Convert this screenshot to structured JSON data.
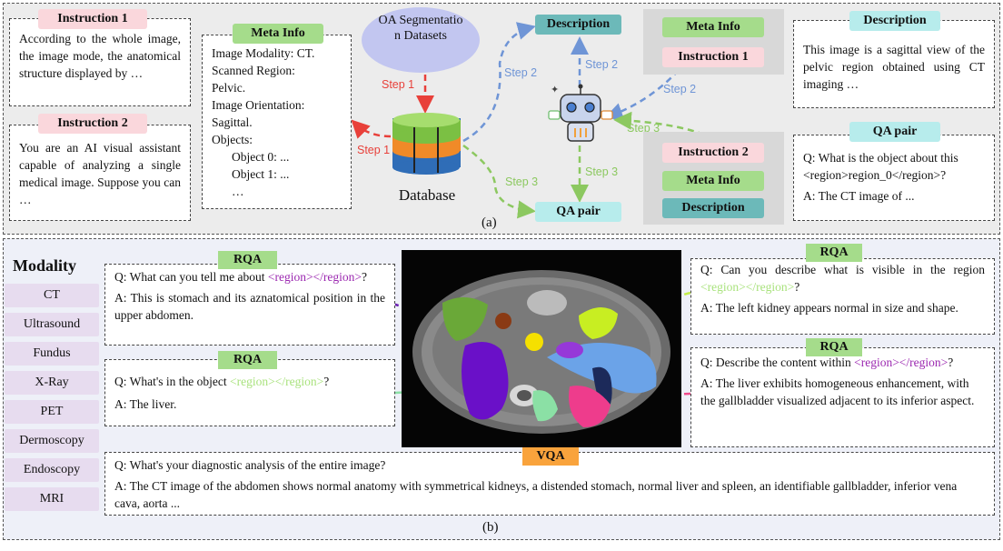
{
  "panel_a": {
    "caption": "(a)",
    "instruction1": {
      "label": "Instruction 1",
      "text": "According to the whole image, the image mode, the anatomical structure displayed by …"
    },
    "instruction2": {
      "label": "Instruction 2",
      "text": "You are an AI visual assistant capable of analyzing a single medical image. Suppose you can …"
    },
    "meta_info": {
      "label": "Meta Info",
      "lines": [
        "Image Modality: CT.",
        "Scanned Region:",
        "Pelvic.",
        "Image Orientation:",
        "Sagittal.",
        "Objects:",
        "Object 0: ...",
        "Object 1: ...",
        "…"
      ]
    },
    "cloud": "OA Segmentation Datasets",
    "database": "Database",
    "steps": {
      "step1a": "Step 1",
      "step1b": "Step 1",
      "step2a": "Step 2",
      "step2b": "Step 2",
      "step2c": "Step 2",
      "step3a": "Step 3",
      "step3b": "Step 3",
      "step3c": "Step 3"
    },
    "description_pill": "Description",
    "qa_pill": "QA pair",
    "group1": [
      "Meta Info",
      "Instruction 1"
    ],
    "group2": [
      "Instruction 2",
      "Meta Info",
      "Description"
    ],
    "description_box": {
      "label": "Description",
      "text": "This image is a sagittal view of the pelvic region obtained using CT imaging …"
    },
    "qa_box": {
      "label": "QA pair",
      "q": "Q: What is the object about this <region>region_0</region>?",
      "a": "A: The CT image of ..."
    }
  },
  "panel_b": {
    "caption": "(b)",
    "modality_title": "Modality",
    "modalities": [
      "CT",
      "Ultrasound",
      "Fundus",
      "X-Ray",
      "PET",
      "Dermoscopy",
      "Endoscopy",
      "MRI"
    ],
    "rqa1": {
      "label": "RQA",
      "q_pre": "Q: What can you tell me about ",
      "region": "<region></region>",
      "q_post": "?",
      "a": "A: This is stomach and its aznatomical position in the upper abdomen."
    },
    "rqa2": {
      "label": "RQA",
      "q_pre": "Q: What's in the object ",
      "region": "<region></region>",
      "q_post": "?",
      "a": "A: The liver."
    },
    "rqa3": {
      "label": "RQA",
      "q_pre": "Q: Can you describe what is visible in the region ",
      "region": "<region></region>",
      "q_post": "?",
      "a": "A: The left kidney appears normal in size and shape."
    },
    "rqa4": {
      "label": "RQA",
      "q_pre": "Q: Describe the content within ",
      "region": "<region></region>",
      "q_post": "?",
      "a": "A: The liver exhibits homogeneous enhancement, with the gallbladder visualized adjacent to its inferior aspect."
    },
    "vqa": {
      "label": "VQA",
      "q": "Q: What's your diagnostic analysis of the entire image?",
      "a": "A: The CT image of the abdomen shows normal anatomy with symmetrical kidneys, a distended stomach, normal liver and spleen, an identifiable gallbladder, inferior vena cava, aorta ..."
    }
  },
  "colors": {
    "step1": "#e8403a",
    "step2": "#6f95d6",
    "step3": "#8cc860",
    "pink": "#fad7dc",
    "green": "#a5dc8b",
    "teal": "#6cb9b9"
  }
}
